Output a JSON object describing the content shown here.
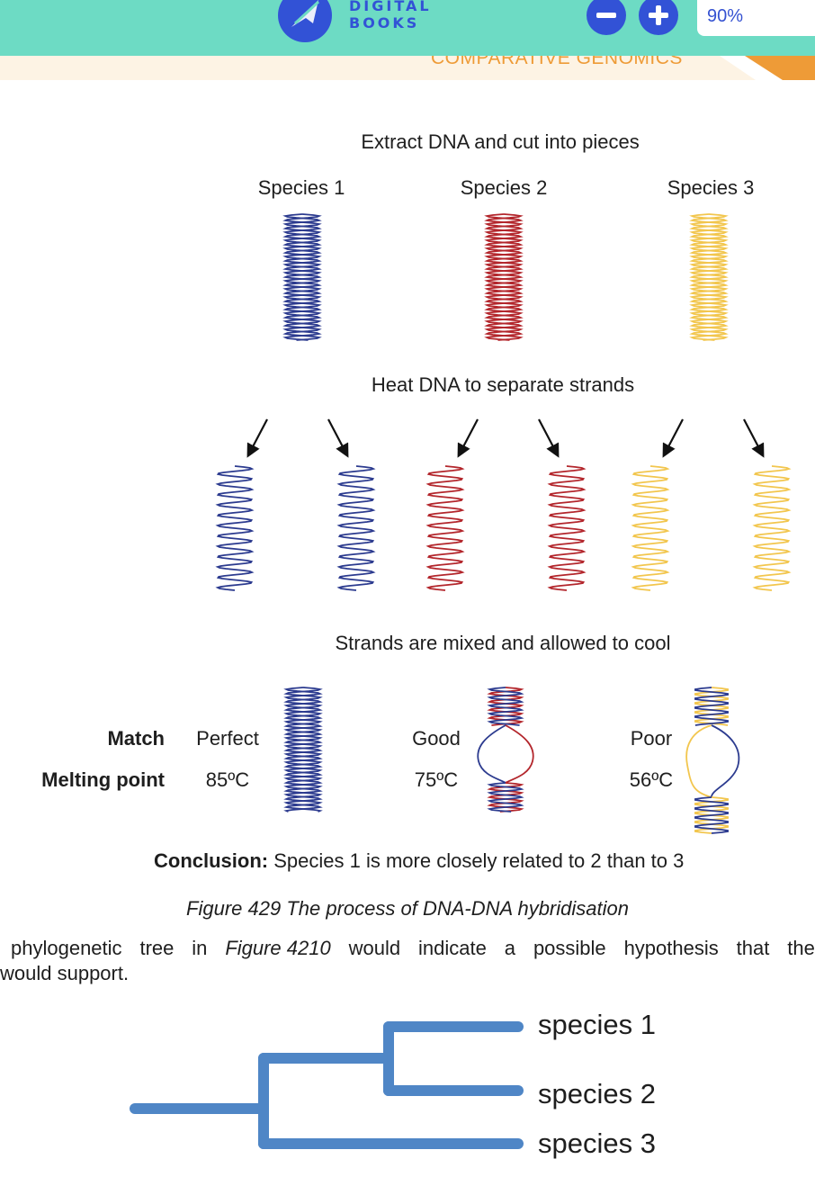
{
  "header": {
    "logo_line1": "DIGITAL",
    "logo_line2": "BOOKS",
    "zoom_value": "90%",
    "chapter": "COMPARATIVE GENOMICS",
    "accent": "#6ddbc4",
    "brand_blue": "#3252d6",
    "orange": "#ee9b37"
  },
  "figure": {
    "step1": "Extract DNA and cut into pieces",
    "species": [
      "Species 1",
      "Species 2",
      "Species 3"
    ],
    "step2": "Heat DNA to separate strands",
    "step3": "Strands are mixed and allowed to cool",
    "match_label": "Match",
    "melting_label": "Melting point",
    "results": [
      {
        "match": "Perfect",
        "melting": "85ºC"
      },
      {
        "match": "Good",
        "melting": "75ºC"
      },
      {
        "match": "Poor",
        "melting": "56ºC"
      }
    ],
    "conclusion_bold": "Conclusion:",
    "conclusion_text": "Species 1 is more closely related to 2 than to 3",
    "caption": "Figure 429 The process of DNA-DNA hybridisation",
    "colors": {
      "species1": "#2c3b8f",
      "species2": "#b3262c",
      "species3": "#f2c64e",
      "tree": "#4f86c6"
    }
  },
  "body": {
    "para_words": [
      "phylogenetic",
      "tree",
      "in",
      "Figure 4210",
      "would",
      "indicate",
      "a",
      "possible",
      "hypothesis",
      "that",
      "the"
    ],
    "para_line2": "would support."
  },
  "tree": {
    "leaves": [
      "species 1",
      "species 2",
      "species 3"
    ]
  }
}
